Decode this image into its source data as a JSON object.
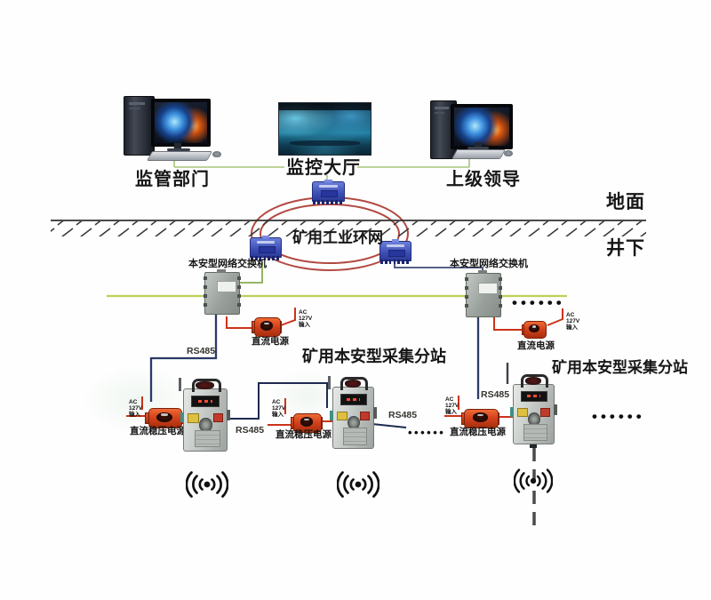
{
  "diagram": {
    "top": {
      "supervision": "监管部门",
      "hall": "监控大厅",
      "leader": "上级领导"
    },
    "ground": "地面",
    "underground": "井下",
    "ring_label": "矿用工业环网",
    "switch_label": "本安型网络交换机",
    "dc_power": "直流电源",
    "dc_reg_power": "直流稳压电源",
    "ac": {
      "l1": "AC",
      "l2": "127V",
      "l3": "输入"
    },
    "rs485": "RS485",
    "substation": "矿用本安型采集分站",
    "dots": "••••••",
    "icons": {
      "wireless": "wireless-signal-icon"
    },
    "colors": {
      "ring": "#b24a42",
      "green_wire": "#a5c578",
      "backbone_green": "#bdd05a",
      "red_wire": "#cc3318",
      "navy_wire": "#2b3a66",
      "power_supply": "#d5431c"
    }
  }
}
